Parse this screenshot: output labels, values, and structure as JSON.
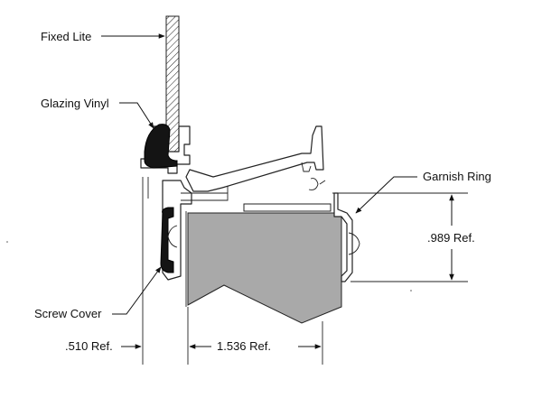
{
  "labels": {
    "fixed_lite": "Fixed Lite",
    "glazing_vinyl": "Glazing Vinyl",
    "garnish_ring": "Garnish Ring",
    "screw_cover": "Screw Cover",
    "dim_989": ".989 Ref.",
    "dim_510": ".510 Ref.",
    "dim_1536": "1.536 Ref."
  },
  "colors": {
    "insert_fill": "#a9a9a9",
    "vinyl_fill": "#141414",
    "line": "#111111"
  }
}
